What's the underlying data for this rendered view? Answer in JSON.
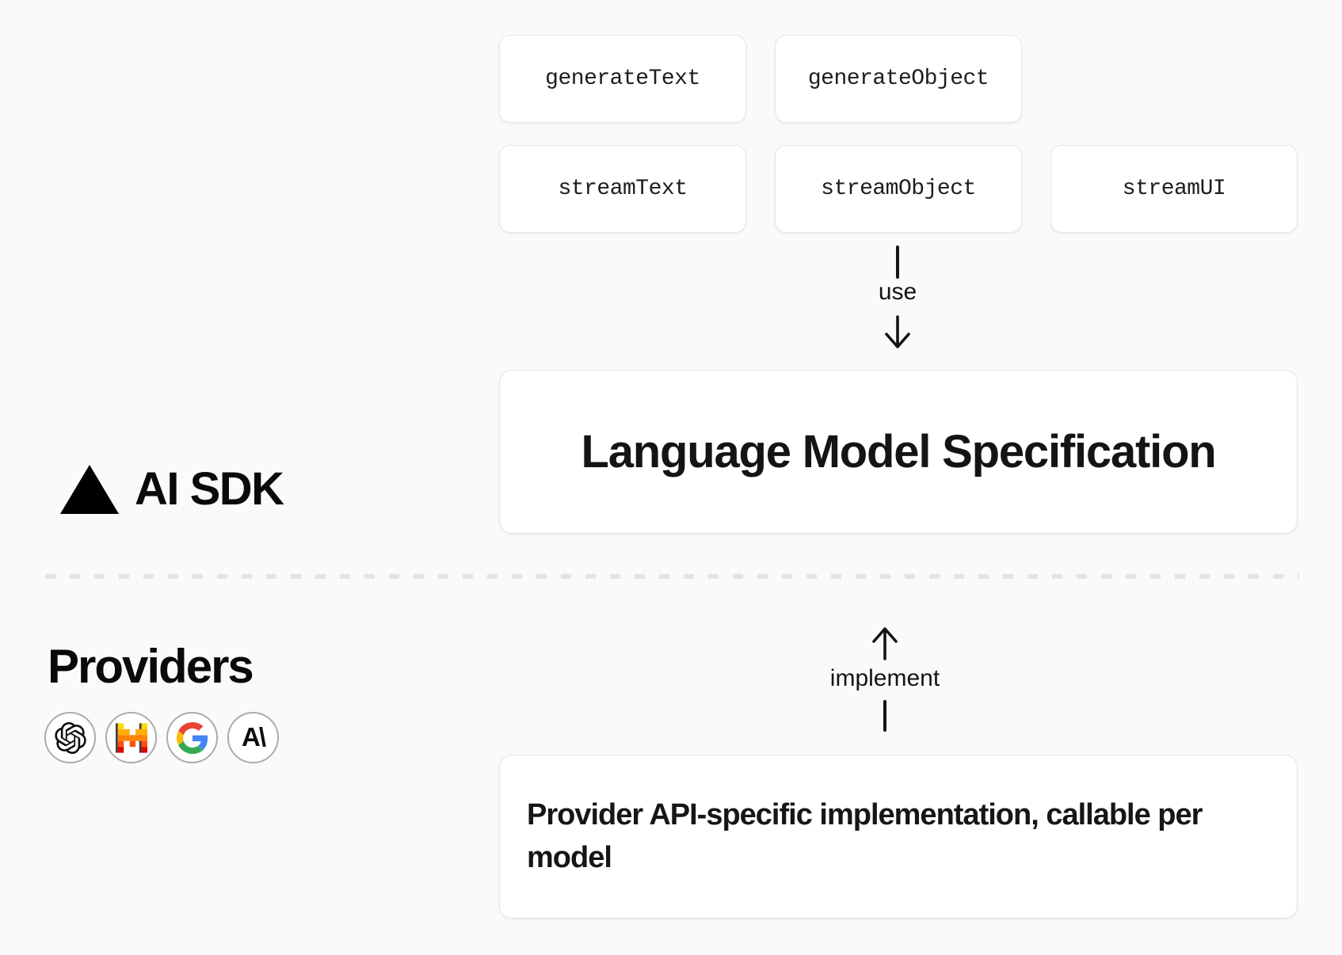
{
  "page": {
    "background": "#fafafa"
  },
  "ai_sdk_section": {
    "brand": {
      "icon": "vercel-triangle-icon",
      "label": "AI SDK"
    },
    "function_boxes": [
      "generateText",
      "generateObject",
      "streamText",
      "streamObject",
      "streamUI"
    ],
    "use_label": "use",
    "spec_box_label": "Language Model Specification"
  },
  "providers_section": {
    "heading": "Providers",
    "provider_icons": [
      "openai-icon",
      "mistral-icon",
      "google-icon",
      "anthropic-icon"
    ],
    "anthropic_glyph": "A\\",
    "implement_label": "implement",
    "impl_box_lines": [
      "Provider API-specific implementation, callable per",
      "model"
    ]
  },
  "colors": {
    "box_background": "#ffffff",
    "box_border": "#e5e5e5",
    "text": "#171717",
    "divider_dash": "#e3e3e3",
    "circle_border": "#ababab",
    "mistral_palette": [
      "#ffd800",
      "#ffaf00",
      "#ff8205",
      "#fa500f",
      "#e10500"
    ],
    "google_palette": [
      "#ea4335",
      "#4285f4",
      "#fbbc05",
      "#34a853"
    ]
  }
}
